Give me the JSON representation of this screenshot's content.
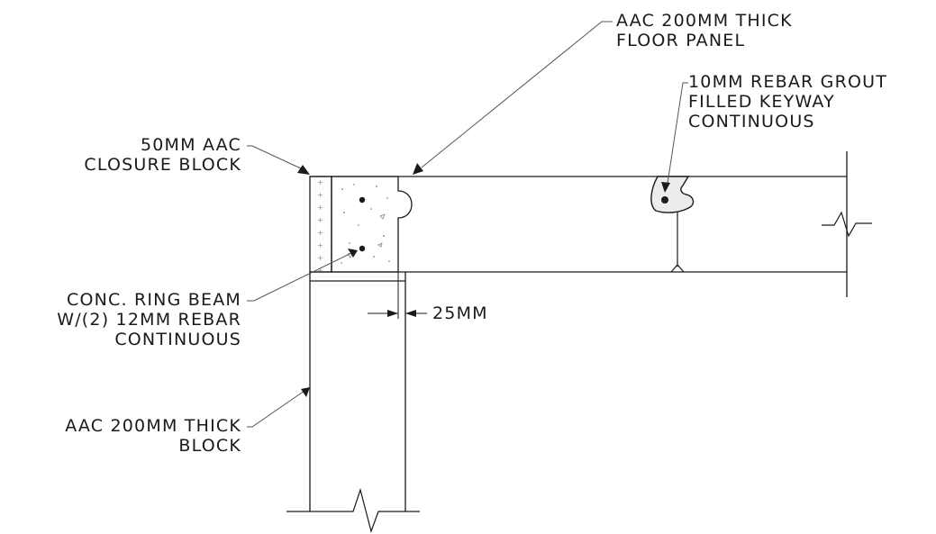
{
  "labels": {
    "floor_panel": {
      "line1": "AAC 200MM THICK",
      "line2": "FLOOR PANEL"
    },
    "rebar_grout": {
      "line1": "10MM REBAR GROUT",
      "line2": "FILLED KEYWAY",
      "line3": "CONTINUOUS"
    },
    "closure_block": {
      "line1": "50MM AAC",
      "line2": "CLOSURE BLOCK"
    },
    "ring_beam": {
      "line1": "CONC. RING BEAM",
      "line2": "W/(2) 12MM REBAR",
      "line3": "CONTINUOUS"
    },
    "dimension": "25MM",
    "wall_block": {
      "line1": "AAC 200MM THICK",
      "line2": "BLOCK"
    }
  },
  "colors": {
    "line": "#1a1a1a",
    "leader": "#555555",
    "background": "#ffffff"
  }
}
